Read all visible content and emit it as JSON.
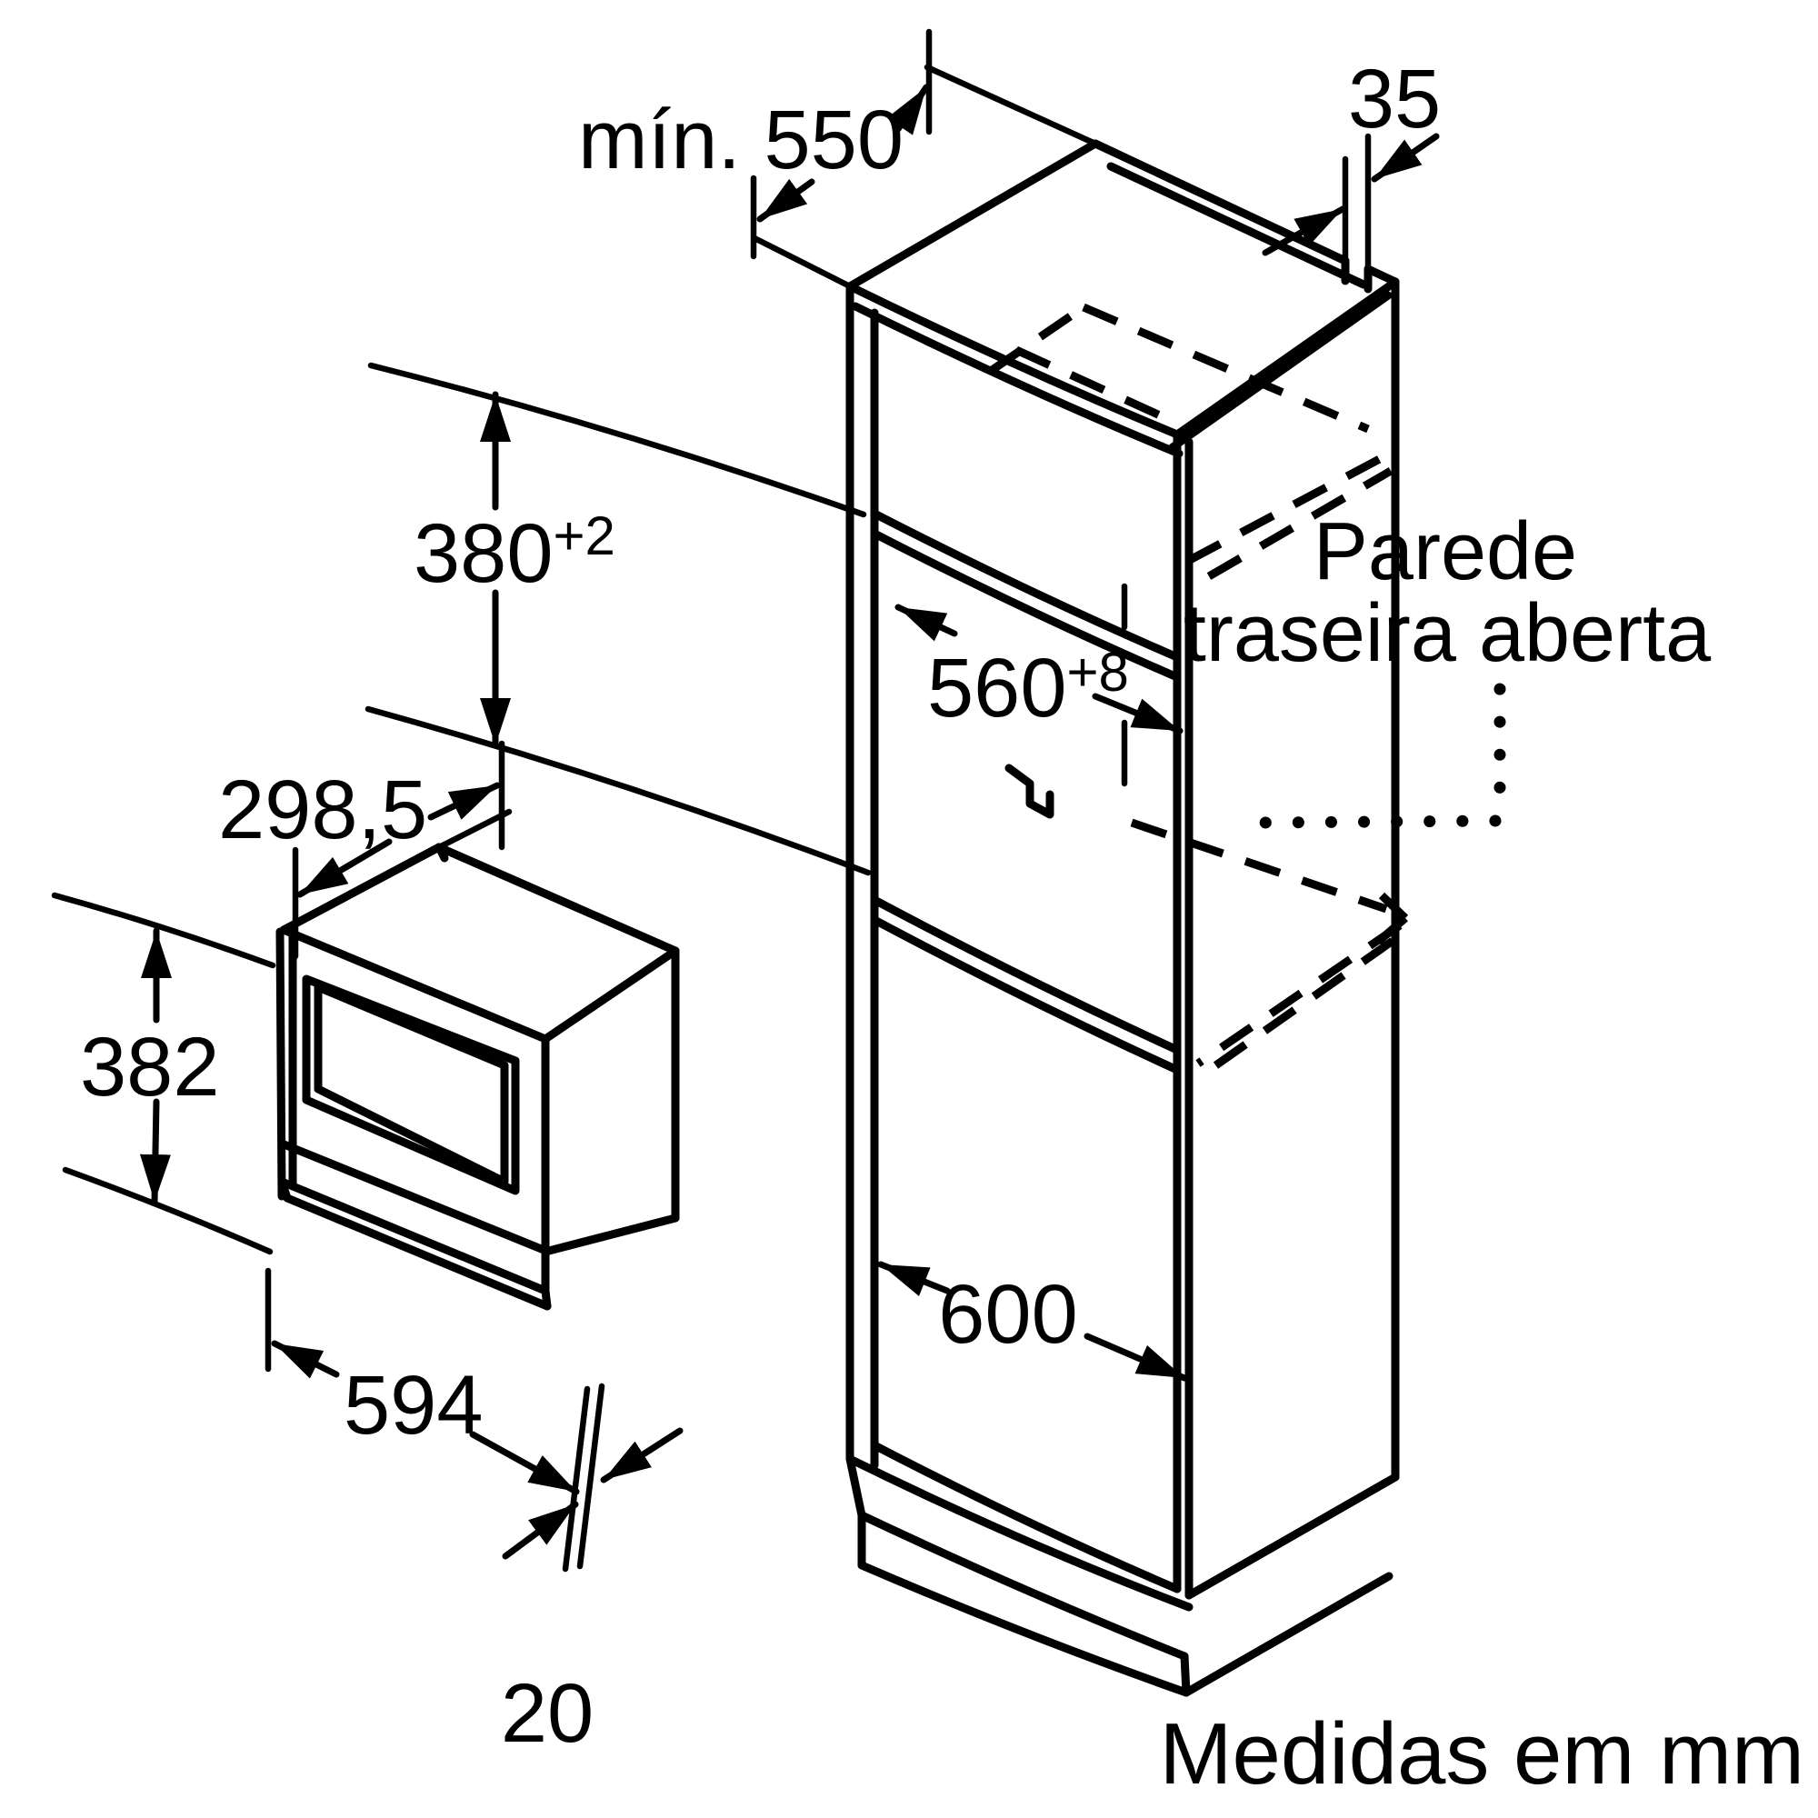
{
  "figure": {
    "type": "installation-dimension-diagram",
    "units_note": "Medidas em mm",
    "rear_wall_note": {
      "line1": "Parede",
      "line2": "traseira aberta"
    },
    "dims": {
      "min_depth": "mín. 550",
      "rear_gap": "35",
      "niche_height": "380",
      "niche_height_tol": "+2",
      "niche_depth": "560",
      "niche_depth_tol": "+8",
      "appliance_depth": "298,5",
      "appliance_height": "382",
      "appliance_width": "594",
      "door_overhang": "20",
      "cabinet_width": "600"
    },
    "colors": {
      "line": "#000000",
      "background": "#ffffff"
    }
  }
}
